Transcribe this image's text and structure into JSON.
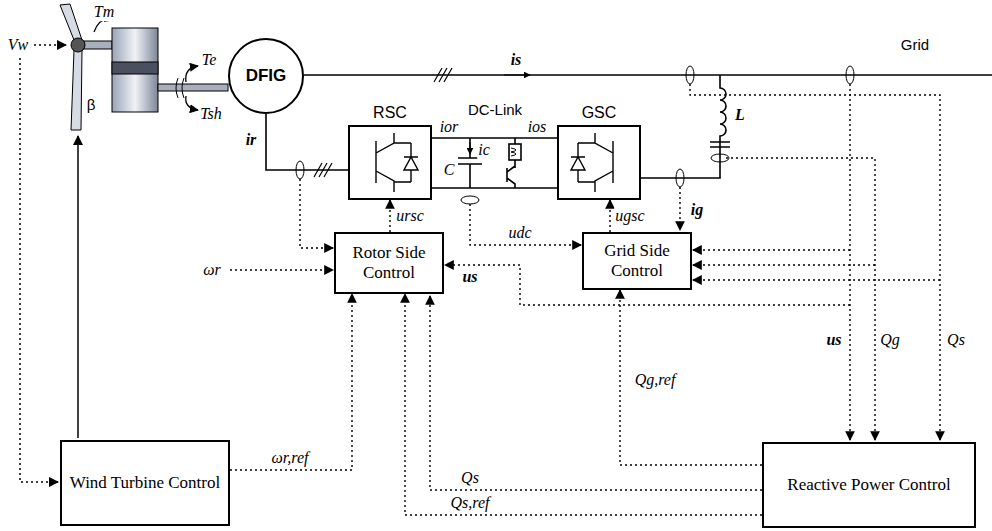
{
  "diagram": {
    "nodes": [
      {
        "text": [
          "DFIG"
        ]
      },
      {
        "text": [
          "RSC"
        ]
      },
      {
        "text": [
          "GSC"
        ]
      },
      {
        "text": [
          "Rotor Side Control"
        ]
      },
      {
        "text": [
          "Grid Side Control"
        ]
      },
      {
        "text": [
          "Wind Turbine Control"
        ]
      },
      {
        "text": [
          "Reactive Power Control"
        ]
      }
    ],
    "edges": [
      {
        "from": 0,
        "to": 1,
        "arrow": "none"
      },
      {
        "from": 1,
        "to": 2,
        "arrow": "none"
      },
      {
        "from": 3,
        "to": 1,
        "label": "ursc",
        "arrow": "to"
      },
      {
        "from": 4,
        "to": 2,
        "label": "ugsc",
        "arrow": "to"
      },
      {
        "from": 5,
        "to": 3,
        "label": "ωr,ref",
        "arrow": "to"
      },
      {
        "from": 6,
        "to": 3,
        "label": "Qs,ref",
        "arrow": "to"
      },
      {
        "from": 6,
        "to": 4,
        "label": "Qg,ref",
        "arrow": "to"
      }
    ],
    "labels": [
      "Vw",
      "Tm",
      "Te",
      "Tsh",
      "β",
      "is",
      "Grid",
      "ir",
      "DC-Link",
      "ior",
      "ios",
      "ic",
      "C",
      "L",
      "ig",
      "us",
      "us",
      "udc",
      "Qg",
      "Qs",
      "Qs",
      "ωr"
    ]
  }
}
